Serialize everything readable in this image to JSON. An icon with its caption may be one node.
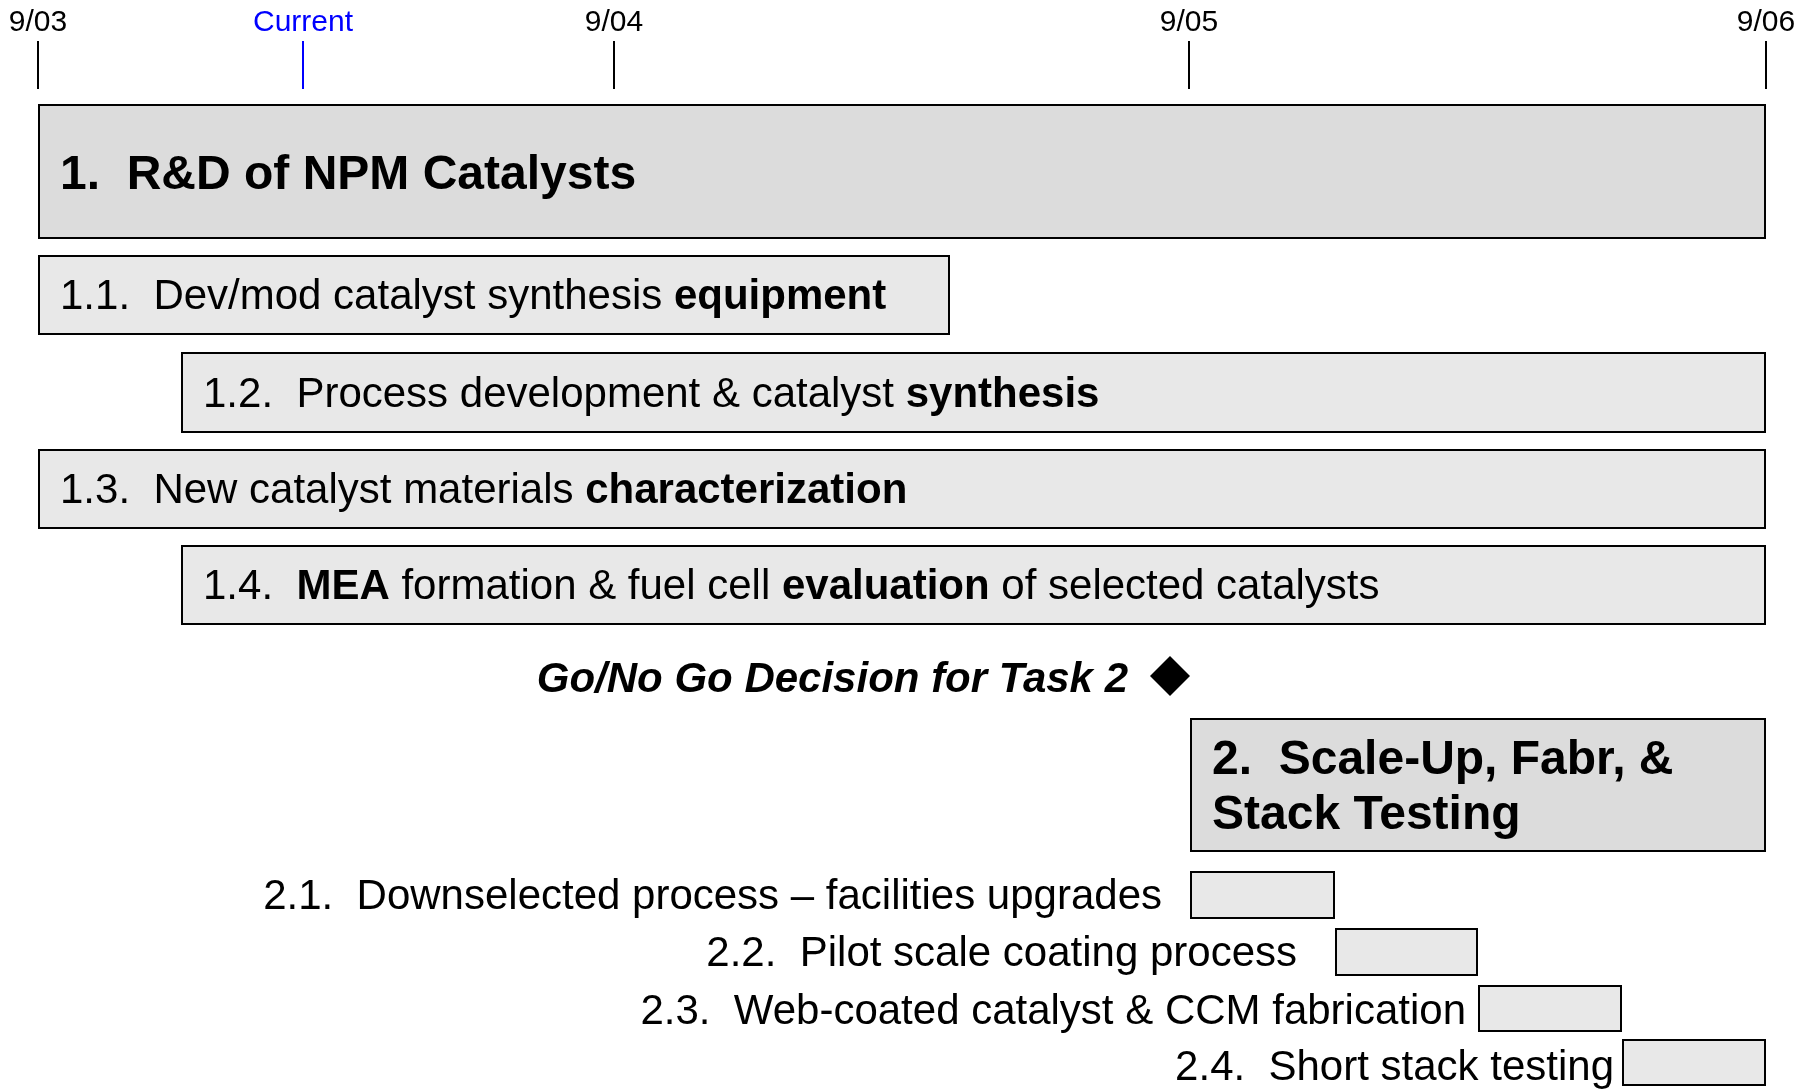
{
  "diagram": {
    "nodes": [
      {
        "text": [
          "1.  R&D of NPM Catalysts"
        ]
      },
      {
        "text": [
          "1.1.  Dev/mod catalyst synthesis **equipment**"
        ]
      },
      {
        "text": [
          "1.2.  Process development & catalyst **synthesis**"
        ]
      },
      {
        "text": [
          "1.3.  New catalyst materials **characterization**"
        ]
      },
      {
        "text": [
          "1.4.  **MEA** formation & fuel cell **evaluation** of selected catalysts"
        ]
      },
      {
        "text": [],
        "shape": "diamond",
        "beside": [
          "Go/No Go Decision for Task 2"
        ]
      },
      {
        "text": [
          "2.  Scale-Up, Fabr, & Stack Testing"
        ]
      },
      {
        "text": [],
        "shape": "box",
        "beside": [
          "2.1.  Downselected process – facilities upgrades"
        ]
      },
      {
        "text": [],
        "shape": "box",
        "beside": [
          "2.2.  Pilot scale coating process"
        ]
      },
      {
        "text": [],
        "shape": "box",
        "beside": [
          "2.3.  Web-coated catalyst & CCM fabrication"
        ]
      },
      {
        "text": [],
        "shape": "box",
        "beside": [
          "2.4.  Short stack testing"
        ]
      }
    ],
    "labels": [
      "9/03",
      "Current",
      "9/04",
      "9/05",
      "9/06"
    ]
  }
}
